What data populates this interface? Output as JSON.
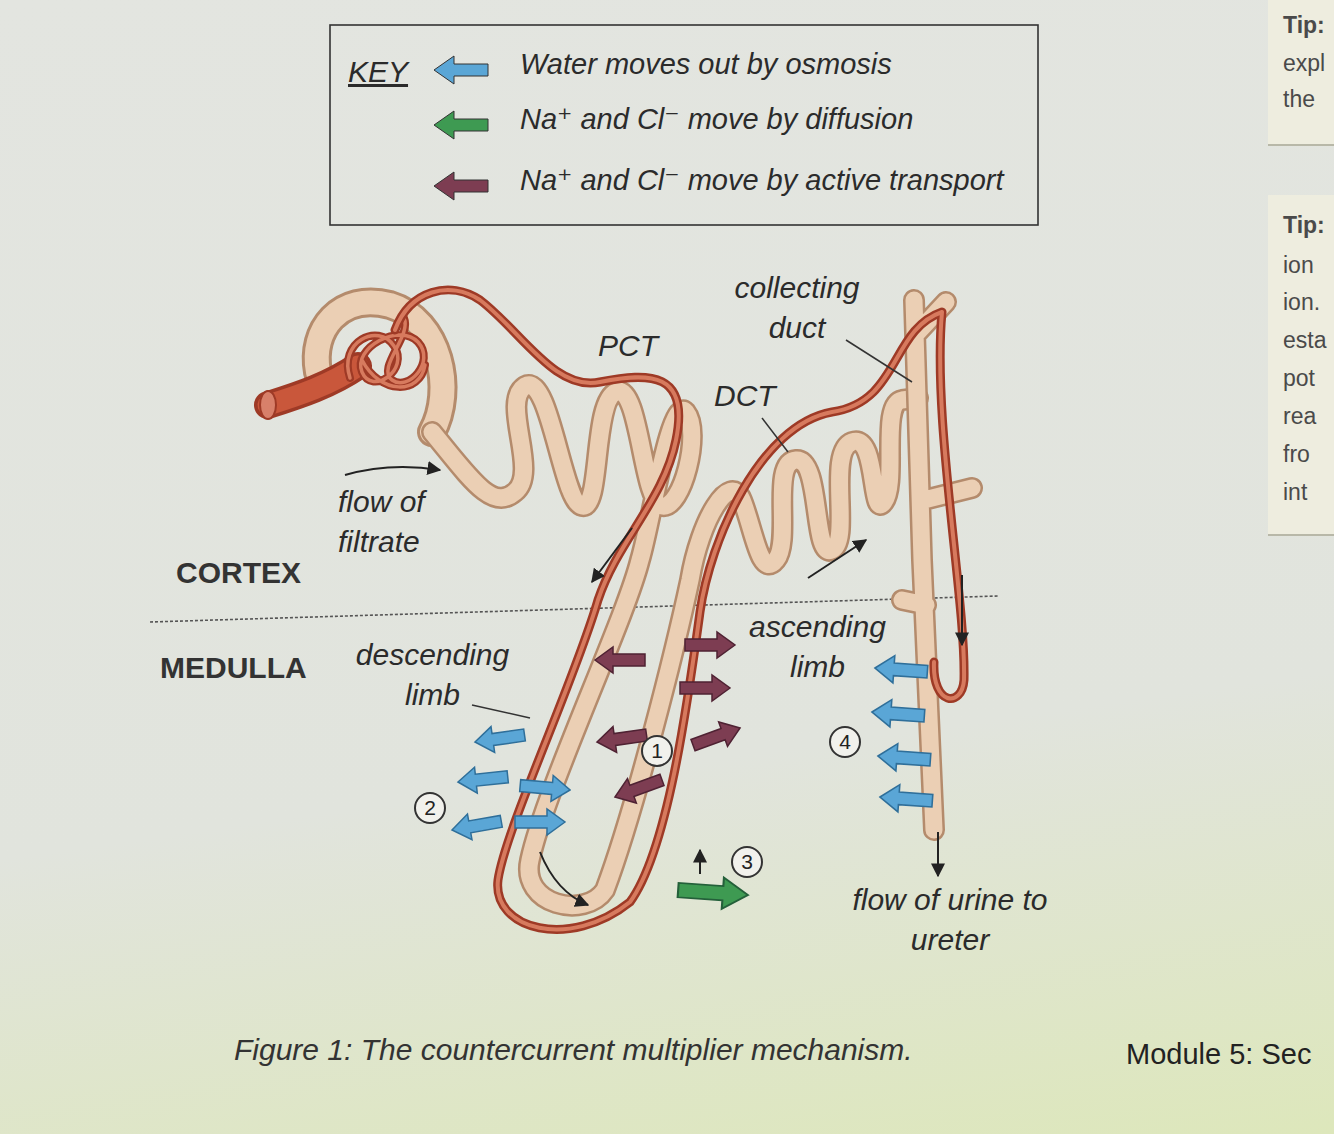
{
  "diagram": {
    "caption": "Figure 1: The countercurrent multiplier mechanism.",
    "nodes": [
      {
        "text": [
          "1"
        ]
      },
      {
        "text": [
          "2"
        ]
      },
      {
        "text": [
          "3"
        ]
      },
      {
        "text": [
          "4"
        ]
      }
    ],
    "labels": [
      "KEY",
      "collecting duct",
      "PCT",
      "DCT",
      "flow of filtrate",
      "CORTEX",
      "MEDULLA",
      "descending limb",
      "ascending limb",
      "flow of urine to ureter",
      "Tip:",
      "expl",
      "the",
      "Tip:",
      "ion",
      "ion.",
      "esta",
      "pot",
      "rea",
      "fro",
      "int",
      "Module 5: Sec"
    ],
    "legend": [
      {
        "text": "Water moves out by osmosis",
        "color": "#5aa6d6"
      },
      {
        "text": "Na⁺ and Cl⁻ move by diffusion",
        "color": "#3e9a52"
      },
      {
        "text": "Na⁺ and Cl⁻ move by active transport",
        "color": "#7d3d52"
      }
    ]
  }
}
